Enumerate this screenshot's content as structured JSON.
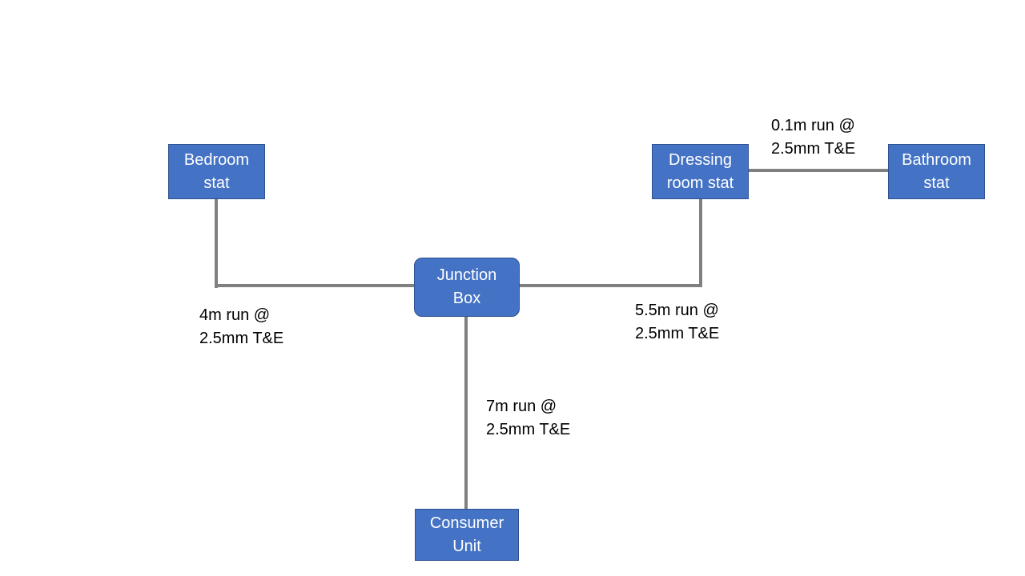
{
  "nodes": {
    "bedroom_stat": {
      "line1": "Bedroom",
      "line2": "stat"
    },
    "dressing_room_stat": {
      "line1": "Dressing",
      "line2": "room stat"
    },
    "bathroom_stat": {
      "line1": "Bathroom",
      "line2": "stat"
    },
    "junction_box": {
      "line1": "Junction",
      "line2": "Box"
    },
    "consumer_unit": {
      "line1": "Consumer",
      "line2": "Unit"
    }
  },
  "cable_runs": {
    "bedroom": {
      "line1": "4m run @",
      "line2": "2.5mm T&E"
    },
    "dressing_room": {
      "line1": "5.5m run @",
      "line2": "2.5mm T&E"
    },
    "bathroom": {
      "line1": "0.1m run @",
      "line2": "2.5mm T&E"
    },
    "consumer_unit": {
      "line1": "7m run @",
      "line2": "2.5mm T&E"
    }
  },
  "colors": {
    "node_fill": "#4472c4",
    "node_border": "#2f528f",
    "wire": "#808080"
  }
}
